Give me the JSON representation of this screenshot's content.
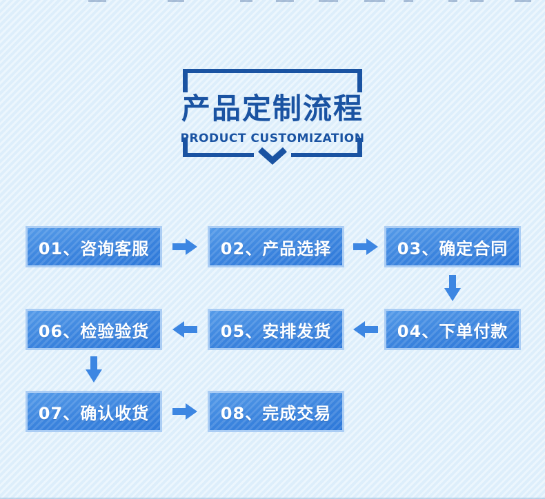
{
  "page": {
    "background_color": "#ddeefb",
    "accent_color": "#1a53a2"
  },
  "header": {
    "title": "产品定制流程",
    "subtitle": "PRODUCT CUSTOMIZATION"
  },
  "flow": {
    "arrow_color": "#3c86e2",
    "box_border_color": "#abcdf4",
    "box_gradient_top": "#549ae8",
    "box_gradient_bottom": "#2d78d9",
    "box_text_color": "#ffffff",
    "steps": [
      {
        "number": "01",
        "label": "01、咨询客服"
      },
      {
        "number": "02",
        "label": "02、产品选择"
      },
      {
        "number": "03",
        "label": "03、确定合同"
      },
      {
        "number": "04",
        "label": "04、下单付款"
      },
      {
        "number": "05",
        "label": "05、安排发货"
      },
      {
        "number": "06",
        "label": "06、检验验货"
      },
      {
        "number": "07",
        "label": "07、确认收货"
      },
      {
        "number": "08",
        "label": "08、完成交易"
      }
    ]
  }
}
